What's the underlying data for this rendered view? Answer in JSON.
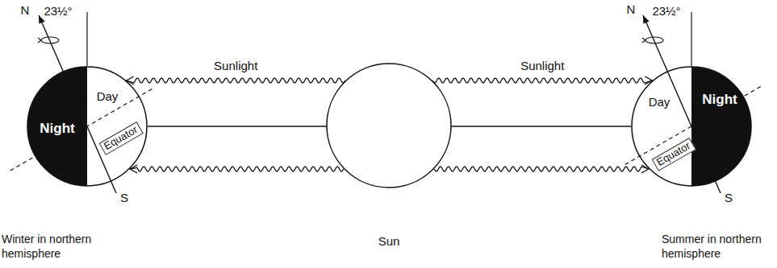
{
  "diagram": {
    "nodes": [
      {
        "text": [
          "Day",
          "Night",
          "Equator",
          "Winter in northern hemisphere"
        ]
      },
      {
        "text": [
          "Sun"
        ]
      },
      {
        "text": [
          "Day",
          "Night",
          "Equator",
          "Summer in northern hemisphere"
        ]
      }
    ],
    "edges": [
      {
        "from": 1,
        "to": 0,
        "arrow": "to",
        "label": "Sunlight"
      },
      {
        "from": 1,
        "to": 0,
        "arrow": "to"
      },
      {
        "from": 1,
        "to": 2,
        "arrow": "to",
        "label": "Sunlight"
      },
      {
        "from": 1,
        "to": 2,
        "arrow": "to"
      }
    ],
    "labels": [
      "N",
      "23½°",
      "S",
      "N",
      "23½°",
      "S"
    ]
  }
}
